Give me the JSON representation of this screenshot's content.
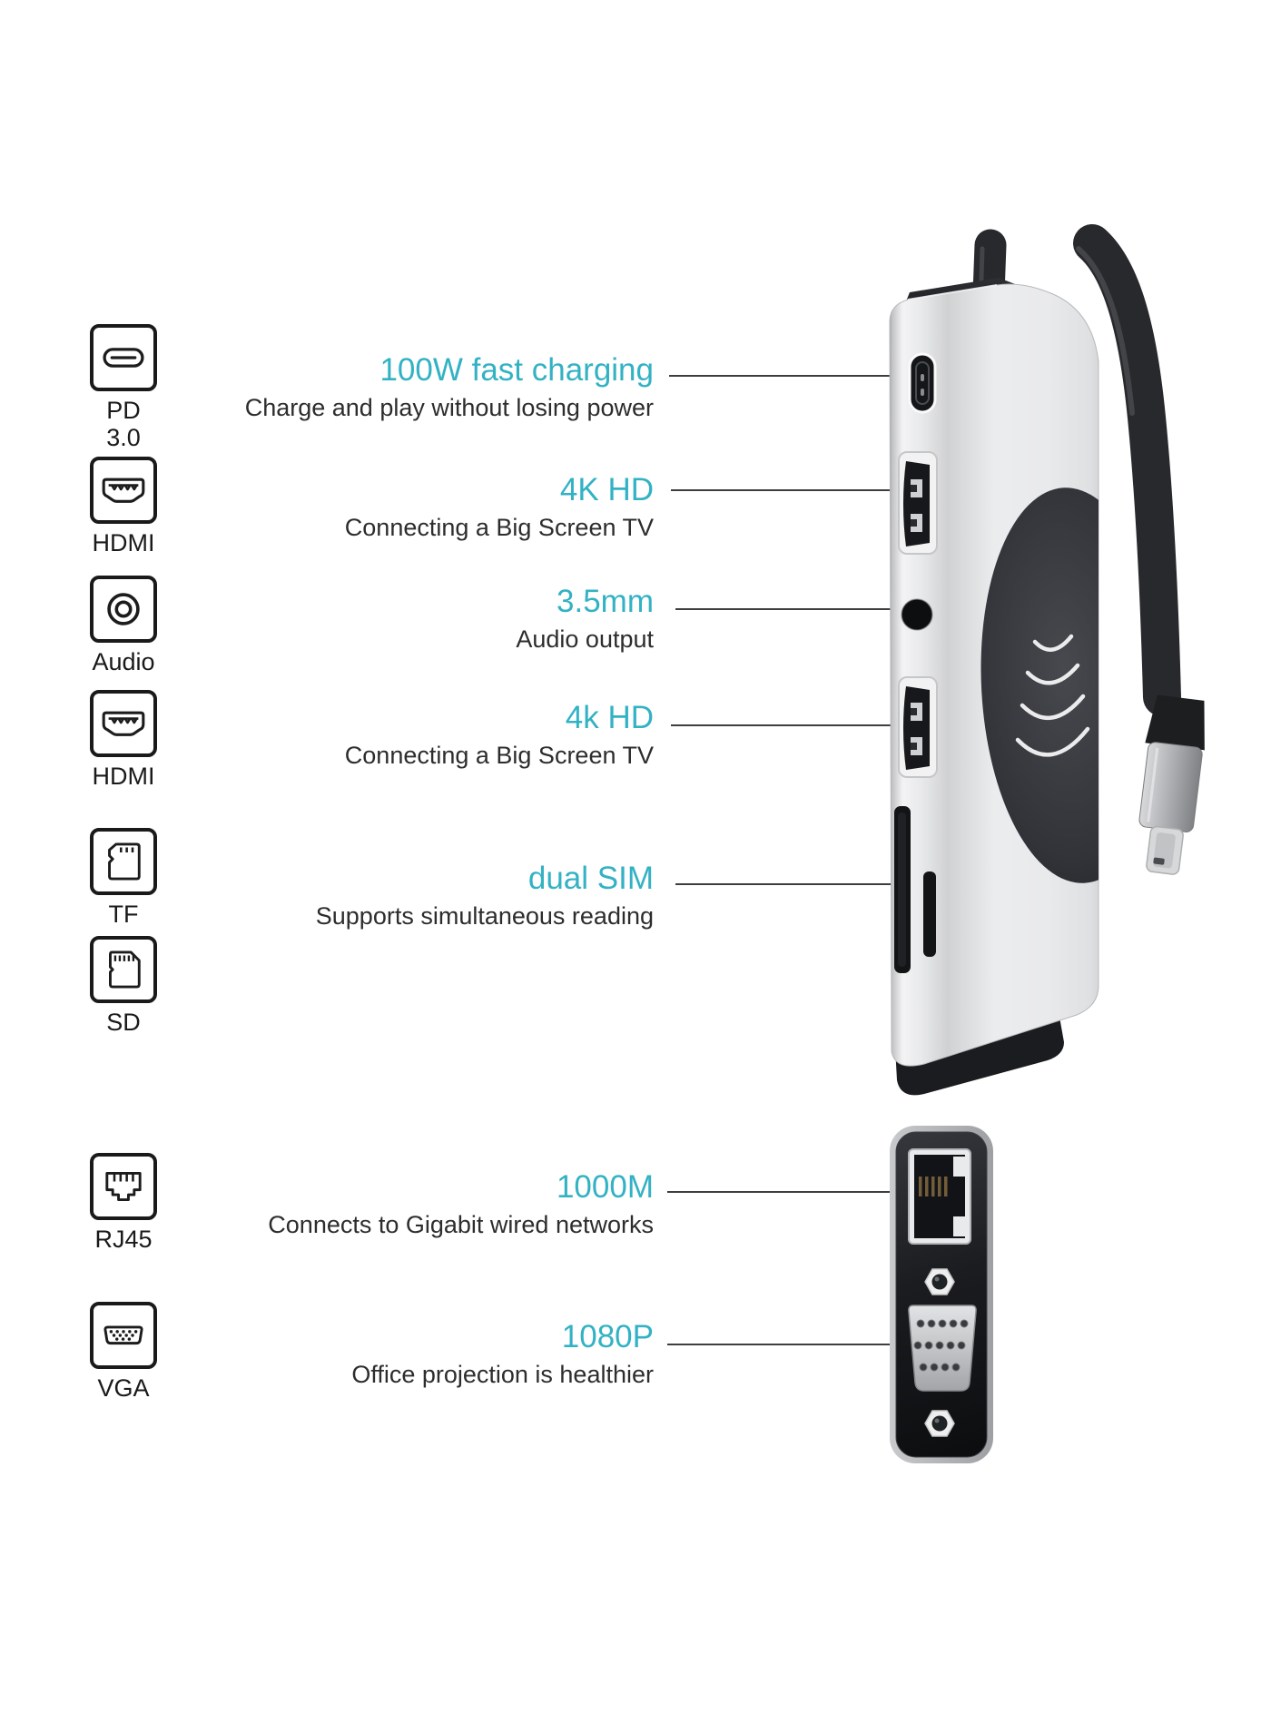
{
  "colors": {
    "accent": "#33b2c4",
    "text": "#2d2d2d",
    "label": "#1a1a1a",
    "line": "#3e3e3e"
  },
  "port_icons": [
    {
      "id": "pd30",
      "label": "PD 3.0",
      "icon": "usb-c-port-icon"
    },
    {
      "id": "hdmi1",
      "label": "HDMI",
      "icon": "hdmi-port-icon"
    },
    {
      "id": "audio",
      "label": "Audio",
      "icon": "audio-jack-icon"
    },
    {
      "id": "hdmi2",
      "label": "HDMI",
      "icon": "hdmi-port-icon"
    },
    {
      "id": "tf",
      "label": "TF",
      "icon": "tf-card-icon"
    },
    {
      "id": "sd",
      "label": "SD",
      "icon": "sd-card-icon"
    },
    {
      "id": "rj45",
      "label": "RJ45",
      "icon": "rj45-port-icon"
    },
    {
      "id": "vga",
      "label": "VGA",
      "icon": "vga-port-icon"
    }
  ],
  "callouts": [
    {
      "id": "fast-charging",
      "title": "100W fast charging",
      "description": "Charge and play without losing power"
    },
    {
      "id": "hdmi-top",
      "title": "4K HD",
      "description": "Connecting a Big Screen TV"
    },
    {
      "id": "audio-jack",
      "title": "3.5mm",
      "description": "Audio output"
    },
    {
      "id": "hdmi-bottom",
      "title": "4k HD",
      "description": "Connecting a Big Screen TV"
    },
    {
      "id": "card-reader",
      "title": "dual SIM",
      "description": "Supports simultaneous reading"
    },
    {
      "id": "ethernet",
      "title": "1000M",
      "description": "Connects to Gigabit wired networks"
    },
    {
      "id": "vga-out",
      "title": "1080P",
      "description": "Office projection is healthier"
    }
  ]
}
